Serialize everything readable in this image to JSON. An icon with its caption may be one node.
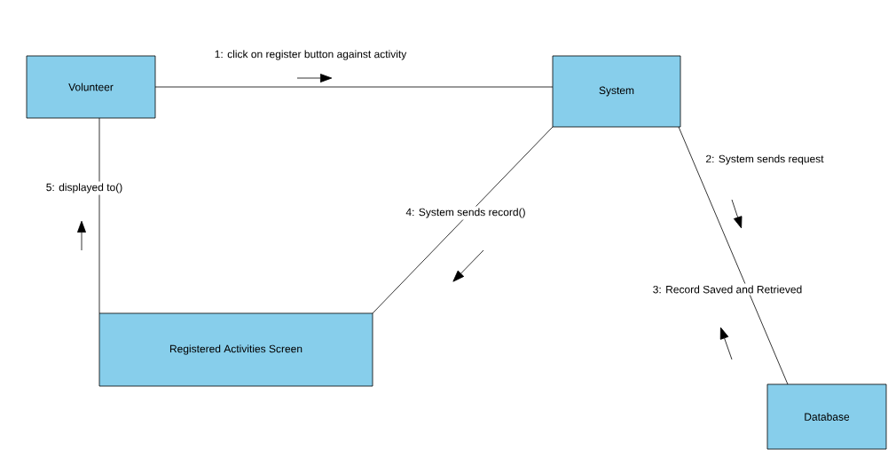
{
  "diagram": {
    "nodes": [
      {
        "text": [
          "Volunteer"
        ]
      },
      {
        "text": [
          "System"
        ]
      },
      {
        "text": [
          "Registered Activities Screen"
        ]
      },
      {
        "text": [
          "Database"
        ]
      }
    ],
    "edges": [
      {
        "from": 0,
        "to": 1,
        "arrow": "none",
        "label": "1: click on register button against activity"
      },
      {
        "from": 1,
        "to": 3,
        "arrow": "none",
        "label": "2: System sends request"
      },
      {
        "from": 1,
        "to": 2,
        "arrow": "none",
        "label": "4: System sends record()"
      },
      {
        "from": 2,
        "to": 0,
        "arrow": "none",
        "label": "5: displayed to()"
      }
    ],
    "labels": [
      "3: Record Saved and Retrieved"
    ]
  }
}
